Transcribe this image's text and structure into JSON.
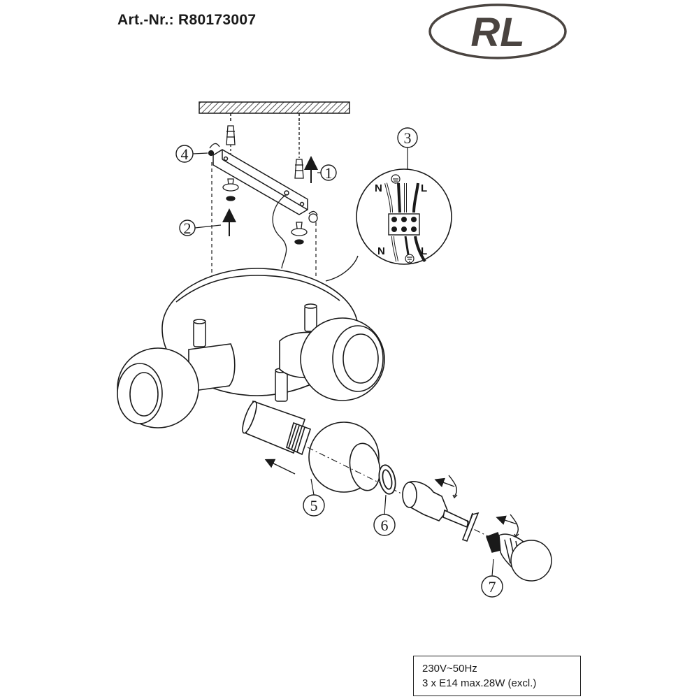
{
  "header": {
    "art_number": "Art.-Nr.: R80173007",
    "logo_text": "RL"
  },
  "callouts": [
    {
      "number": "1",
      "target": "wall-plug-and-screw"
    },
    {
      "number": "2",
      "target": "canopy-lift-direction"
    },
    {
      "number": "3",
      "target": "wiring-terminal-detail"
    },
    {
      "number": "4",
      "target": "fixing-screw"
    },
    {
      "number": "5",
      "target": "spot-shade"
    },
    {
      "number": "6",
      "target": "retaining-ring"
    },
    {
      "number": "7",
      "target": "light-bulb"
    }
  ],
  "wiring": {
    "neutral": "N",
    "live": "L"
  },
  "specs": {
    "line1": "230V~50Hz",
    "line2": "3 x E14 max.28W (excl.)"
  },
  "colors": {
    "ink": "#1a1a1a",
    "logo_fill": "#4a4440",
    "ceiling_hatch": "#555555"
  }
}
